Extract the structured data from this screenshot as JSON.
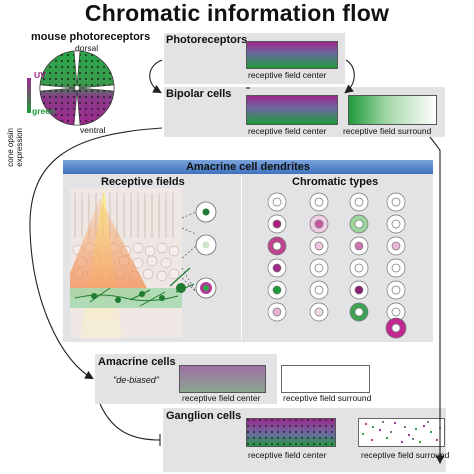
{
  "title": "Chromatic information flow",
  "photoreceptor_map": {
    "title": "mouse photoreceptors",
    "dorsal": "dorsal",
    "ventral": "ventral",
    "axis_label_1": "cone opsin",
    "axis_label_2": "expression",
    "uv": "UV",
    "green": "green"
  },
  "photoreceptors": {
    "title": "Photoreceptors",
    "center_label": "receptive field center"
  },
  "bipolar": {
    "title": "Bipolar cells",
    "center_label": "receptive field center",
    "surround_label": "receptive field surround"
  },
  "amacrine_dendrites": {
    "banner": "Amacrine cell dendrites",
    "receptive_fields": "Receptive fields",
    "chromatic_types": "Chromatic types"
  },
  "amacrine": {
    "title": "Amacrine cells",
    "note": "\"de-biased\"",
    "center_label": "receptive field center",
    "surround_label": "receptive field surround"
  },
  "ganglion": {
    "title": "Ganglion cells",
    "center_label": "receptive field center",
    "surround_label": "receptive field surround"
  },
  "colors": {
    "uv": "#9b2a8c",
    "green": "#1f9b3a",
    "panel": "#e3e3e5",
    "banner": "#4f80c4"
  }
}
